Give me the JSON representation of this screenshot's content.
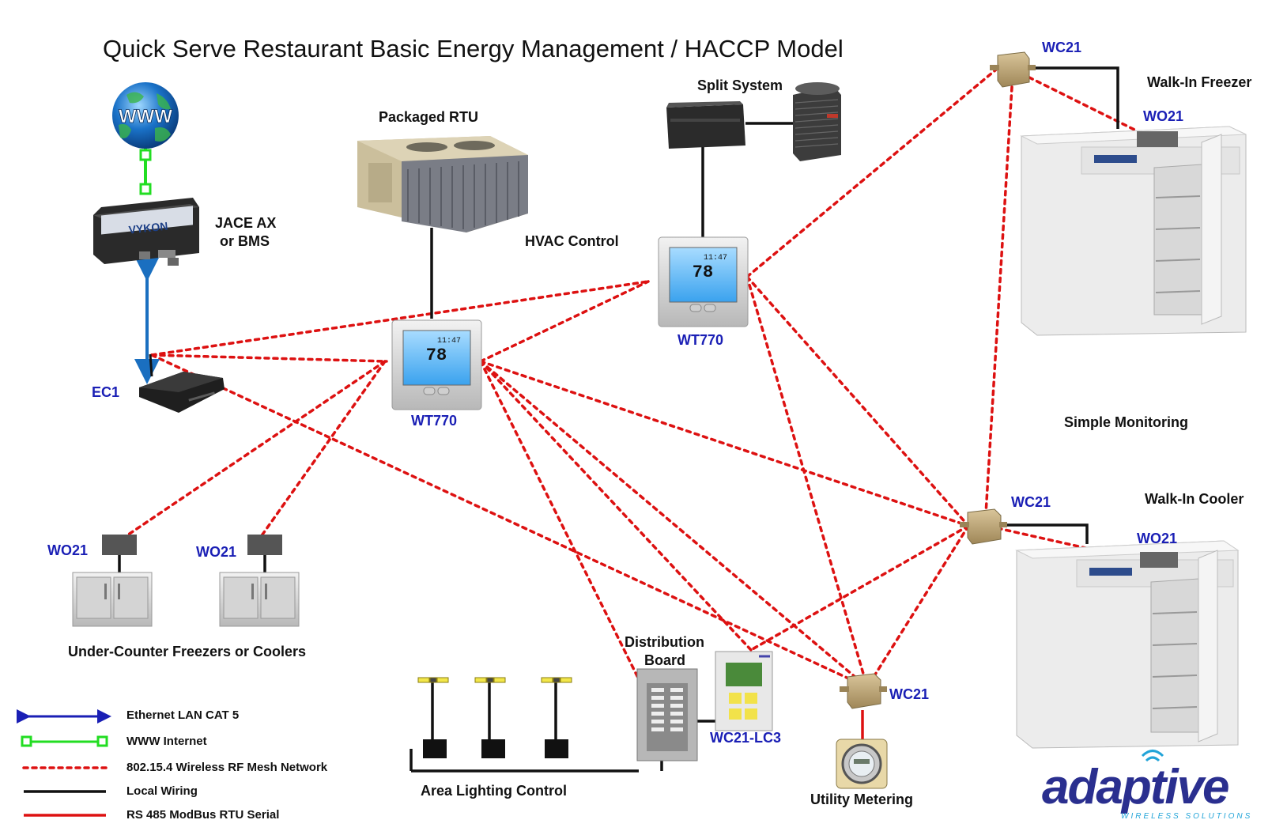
{
  "title": "Quick Serve Restaurant Basic Energy Management / HACCP Model",
  "labels": {
    "www": "WWW",
    "jace": "JACE AX",
    "jace2": "or BMS",
    "jace_brand": "VYKON",
    "ec1": "EC1",
    "packaged_rtu": "Packaged RTU",
    "split_system": "Split System",
    "hvac_control": "HVAC Control",
    "wt770_left": "WT770",
    "wt770_right": "WT770",
    "wc21_top": "WC21",
    "walkin_freezer": "Walk-In Freezer",
    "wo21_freezer": "WO21",
    "simple_monitoring": "Simple Monitoring",
    "wc21_mid": "WC21",
    "walkin_cooler": "Walk-In Cooler",
    "wo21_cooler": "WO21",
    "wo21_uc1": "WO21",
    "wo21_uc2": "WO21",
    "under_counter": "Under-Counter Freezers or Coolers",
    "distribution": "Distribution",
    "board": "Board",
    "wc21_lc3": "WC21-LC3",
    "wc21_bottom": "WC21",
    "area_lighting": "Area Lighting Control",
    "utility_metering": "Utility Metering",
    "thermostat_temp": "78",
    "thermostat_time": "11:47"
  },
  "legend": [
    {
      "label": "Ethernet LAN CAT 5",
      "color": "#1a1fb5",
      "style": "double-arrow"
    },
    {
      "label": "WWW Internet",
      "color": "#22dd22",
      "style": "square-ends"
    },
    {
      "label": "802.15.4 Wireless RF Mesh Network",
      "color": "#dd1111",
      "style": "dotted"
    },
    {
      "label": "Local Wiring",
      "color": "#111111",
      "style": "solid"
    },
    {
      "label": "RS 485 ModBus RTU Serial",
      "color": "#dd1111",
      "style": "solid"
    }
  ],
  "logo": {
    "name": "adaptive",
    "tagline": "WIRELESS SOLUTIONS"
  },
  "colors": {
    "label_blue": "#1a1fb5",
    "mesh_red": "#dd1111",
    "ethernet_blue": "#1a6fc0",
    "internet_green": "#22dd22",
    "wiring_black": "#111111",
    "brand_navy": "#2a2f8f"
  }
}
